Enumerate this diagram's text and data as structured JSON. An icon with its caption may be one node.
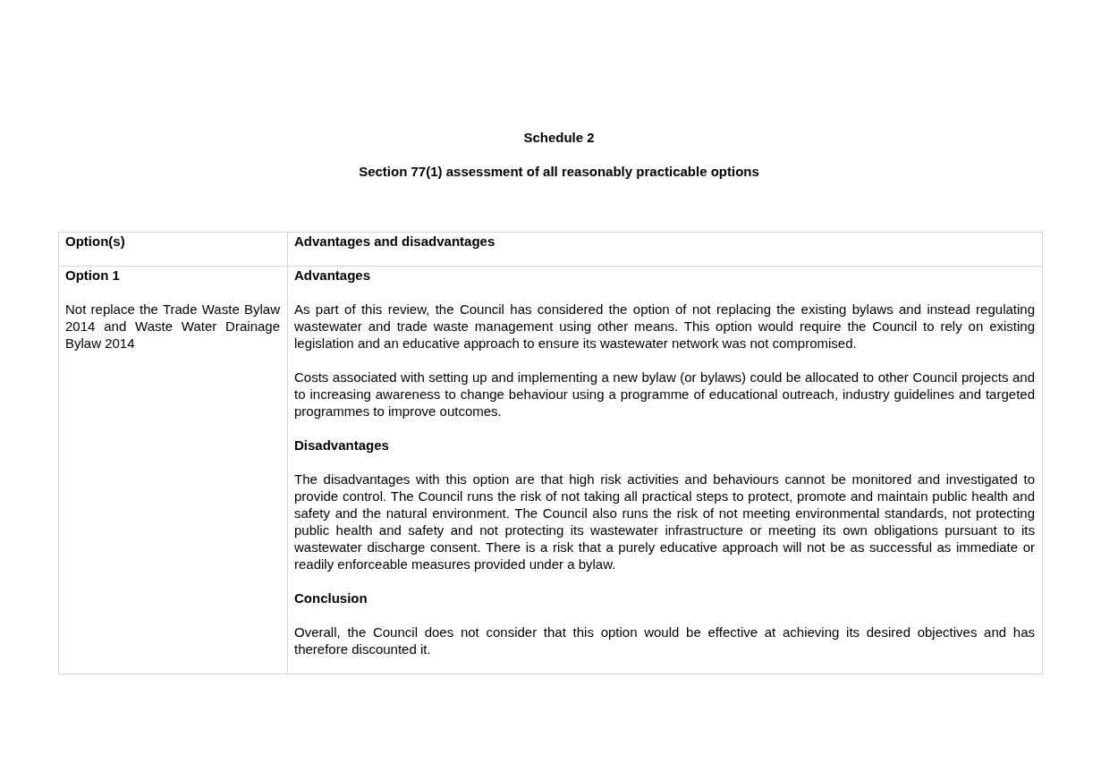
{
  "diagram": {
    "title": "Schedule 2",
    "labels": [
      "Section 77(1) assessment of all reasonably practicable options",
      "Option(s)",
      "Advantages and disadvantages",
      "Option 1",
      "Not replace the Trade Waste Bylaw 2014 and Waste Water Drainage Bylaw 2014",
      "Advantages",
      "As part of this review, the Council has considered the option of not replacing the existing bylaws and instead regulating wastewater and trade waste management using other means.  This option would require the Council to rely on existing legislation and an educative approach to ensure its wastewater network was not compromised.",
      "Costs associated with setting up and implementing a new bylaw (or bylaws) could be allocated to other Council projects and to increasing awareness to change behaviour using a programme of educational outreach, industry guidelines and targeted programmes to improve outcomes.",
      "Disadvantages",
      "The disadvantages with this option are that high risk activities and behaviours cannot be monitored and investigated to provide control.  The Council runs the risk of not taking all practical steps to protect, promote and maintain public health and safety and the natural environment. The Council also runs the risk of not meeting environmental standards, not protecting public health and safety and not protecting its wastewater infrastructure or meeting its own obligations pursuant to its wastewater discharge consent.  There is a risk that a purely educative approach will not be as successful as immediate or readily enforceable measures provided under a bylaw.",
      "Conclusion",
      "Overall, the Council does not consider that this option would be effective at achieving its desired objectives and has therefore discounted it."
    ]
  }
}
